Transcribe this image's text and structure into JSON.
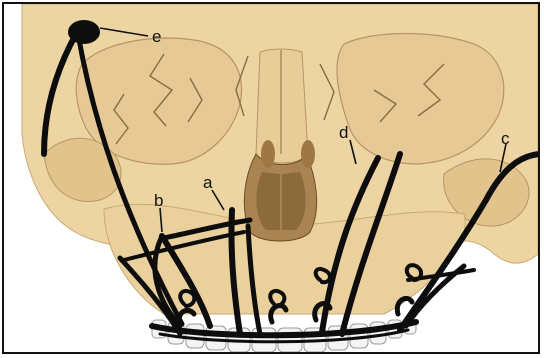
{
  "figure": {
    "labels": {
      "a": "a",
      "b": "b",
      "c": "c",
      "d": "d",
      "e": "e"
    },
    "colors": {
      "bone": "#EDD5A3",
      "bone_shadow": "#D8B983",
      "suture": "#8A6B45",
      "nasal_cavity": "#8C6B3A",
      "wire": "#0D0D0D",
      "teeth": "#F4F4F4"
    }
  }
}
